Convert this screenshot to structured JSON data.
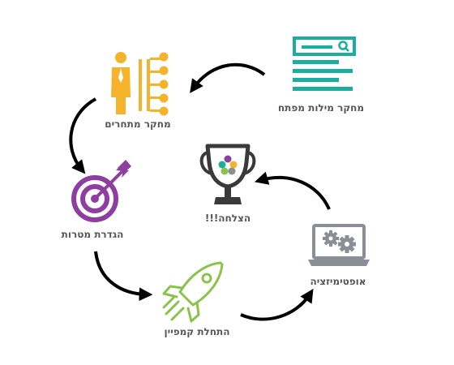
{
  "diagram": {
    "type": "cycle",
    "steps": [
      {
        "id": "keyword-research",
        "label": "מחקר מילות מפתח",
        "icon": "web-search-icon",
        "color": "#1AAE9F"
      },
      {
        "id": "competitor-research",
        "label": "מחקר מתחרים",
        "icon": "org-chart-person-icon",
        "color": "#F4B32B"
      },
      {
        "id": "goal-definition",
        "label": "הגדרת מטרות",
        "icon": "target-arrow-icon",
        "color": "#8E3DA0"
      },
      {
        "id": "campaign-launch",
        "label": "התחלת קמפיין",
        "icon": "rocket-icon",
        "color": "#8BC34A"
      },
      {
        "id": "optimization",
        "label": "אופטימיזציה",
        "icon": "laptop-gears-icon",
        "color": "#8A8E96"
      }
    ],
    "center": {
      "label": "הצלחה!!!",
      "icon": "trophy-icon",
      "color": "#3A3A3A"
    },
    "arrow_color": "#000000"
  }
}
